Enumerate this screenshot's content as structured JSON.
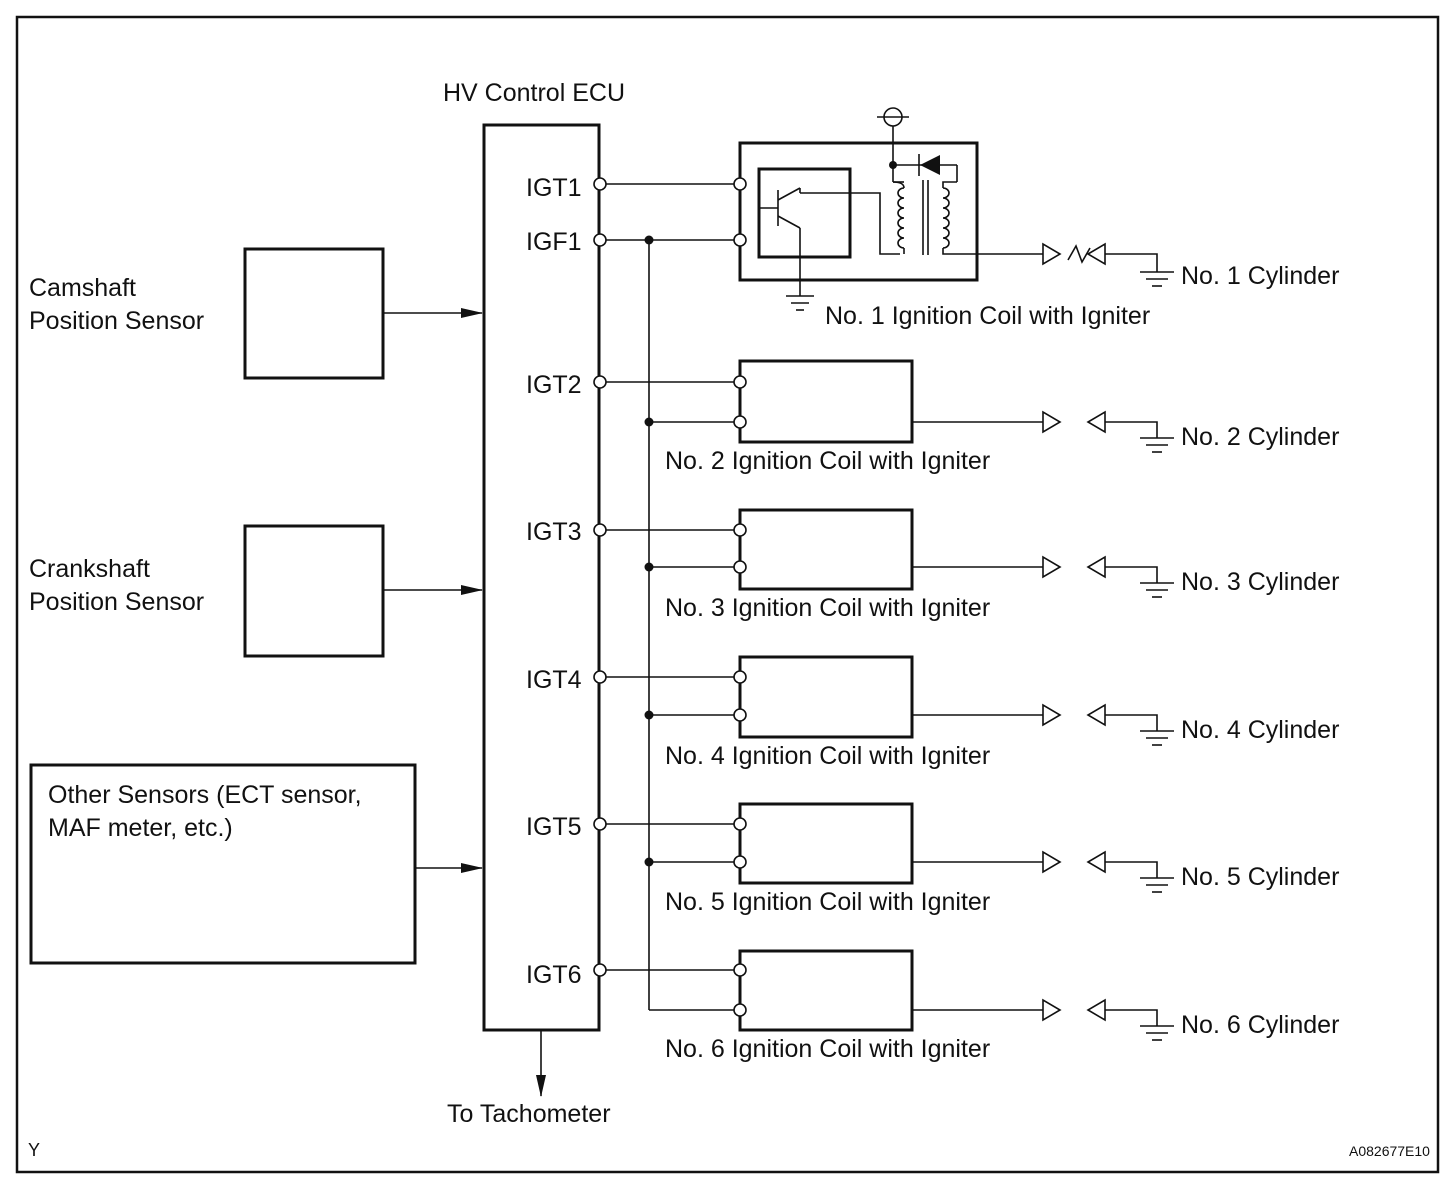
{
  "ecu": {
    "title": "HV Control ECU",
    "pins": [
      "IGT1",
      "IGF1",
      "IGT2",
      "IGT3",
      "IGT4",
      "IGT5",
      "IGT6"
    ],
    "output": "To Tachometer"
  },
  "sensors": {
    "camshaft": [
      "Camshaft",
      "Position Sensor"
    ],
    "crankshaft": [
      "Crankshaft",
      "Position Sensor"
    ],
    "other": [
      "Other Sensors (ECT sensor,",
      "MAF meter, etc.)"
    ]
  },
  "coils": [
    "No. 1 Ignition Coil with Igniter",
    "No. 2 Ignition Coil with Igniter",
    "No. 3 Ignition Coil with Igniter",
    "No. 4 Ignition Coil with Igniter",
    "No. 5 Ignition Coil with Igniter",
    "No. 6 Ignition Coil with Igniter"
  ],
  "cylinders": [
    "No. 1 Cylinder",
    "No. 2 Cylinder",
    "No. 3 Cylinder",
    "No. 4 Cylinder",
    "No. 5 Cylinder",
    "No. 6 Cylinder"
  ],
  "corner_left": "Y",
  "corner_right": "A082677E10"
}
